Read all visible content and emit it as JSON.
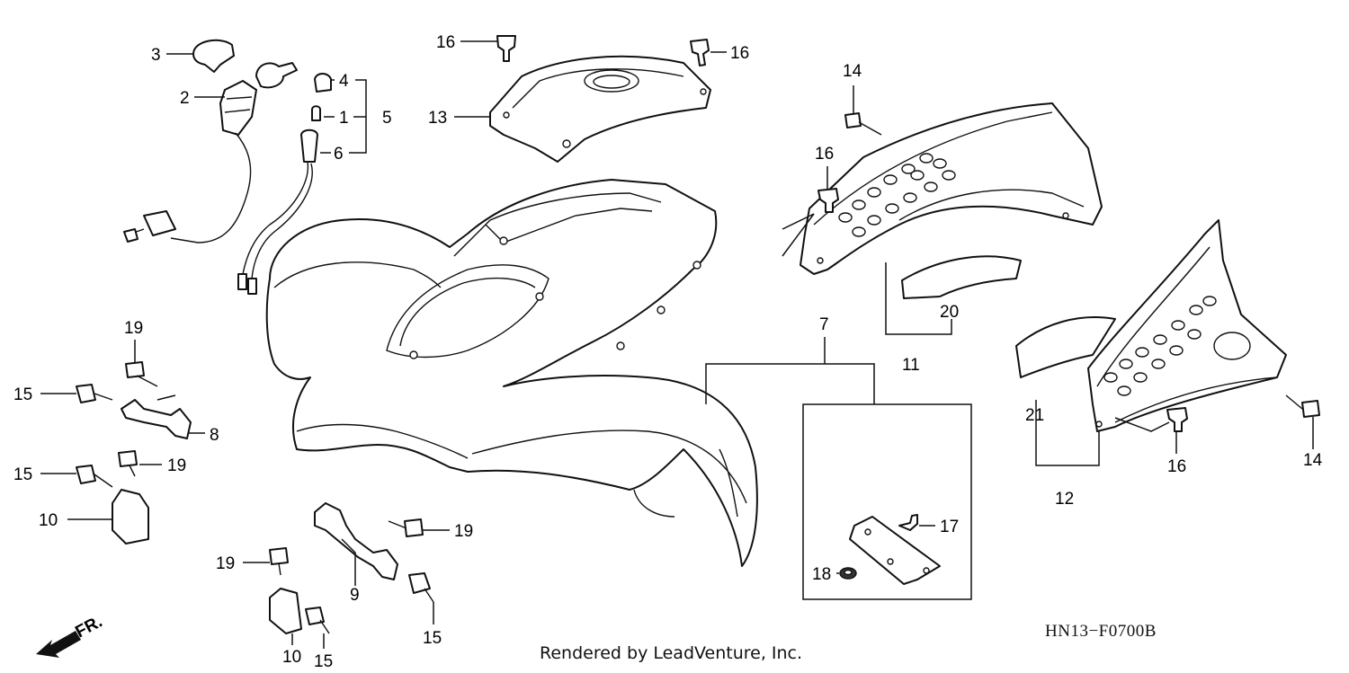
{
  "diagram": {
    "callouts": {
      "c1": "1",
      "c2": "2",
      "c3": "3",
      "c4": "4",
      "c5": "5",
      "c6": "6",
      "c7": "7",
      "c8": "8",
      "c9": "9",
      "c10a": "10",
      "c10b": "10",
      "c11": "11",
      "c12": "12",
      "c13": "13",
      "c14a": "14",
      "c14b": "14",
      "c15a": "15",
      "c15b": "15",
      "c15c": "15",
      "c15d": "15",
      "c16a": "16",
      "c16b": "16",
      "c16c": "16",
      "c16d": "16",
      "c17": "17",
      "c18": "18",
      "c19a": "19",
      "c19b": "19",
      "c19c": "19",
      "c19d": "19",
      "c20": "20",
      "c21": "21"
    },
    "direction_label": "FR.",
    "diagram_code": "HN13−F0700B",
    "credit": "Rendered by LeadVenture, Inc."
  }
}
